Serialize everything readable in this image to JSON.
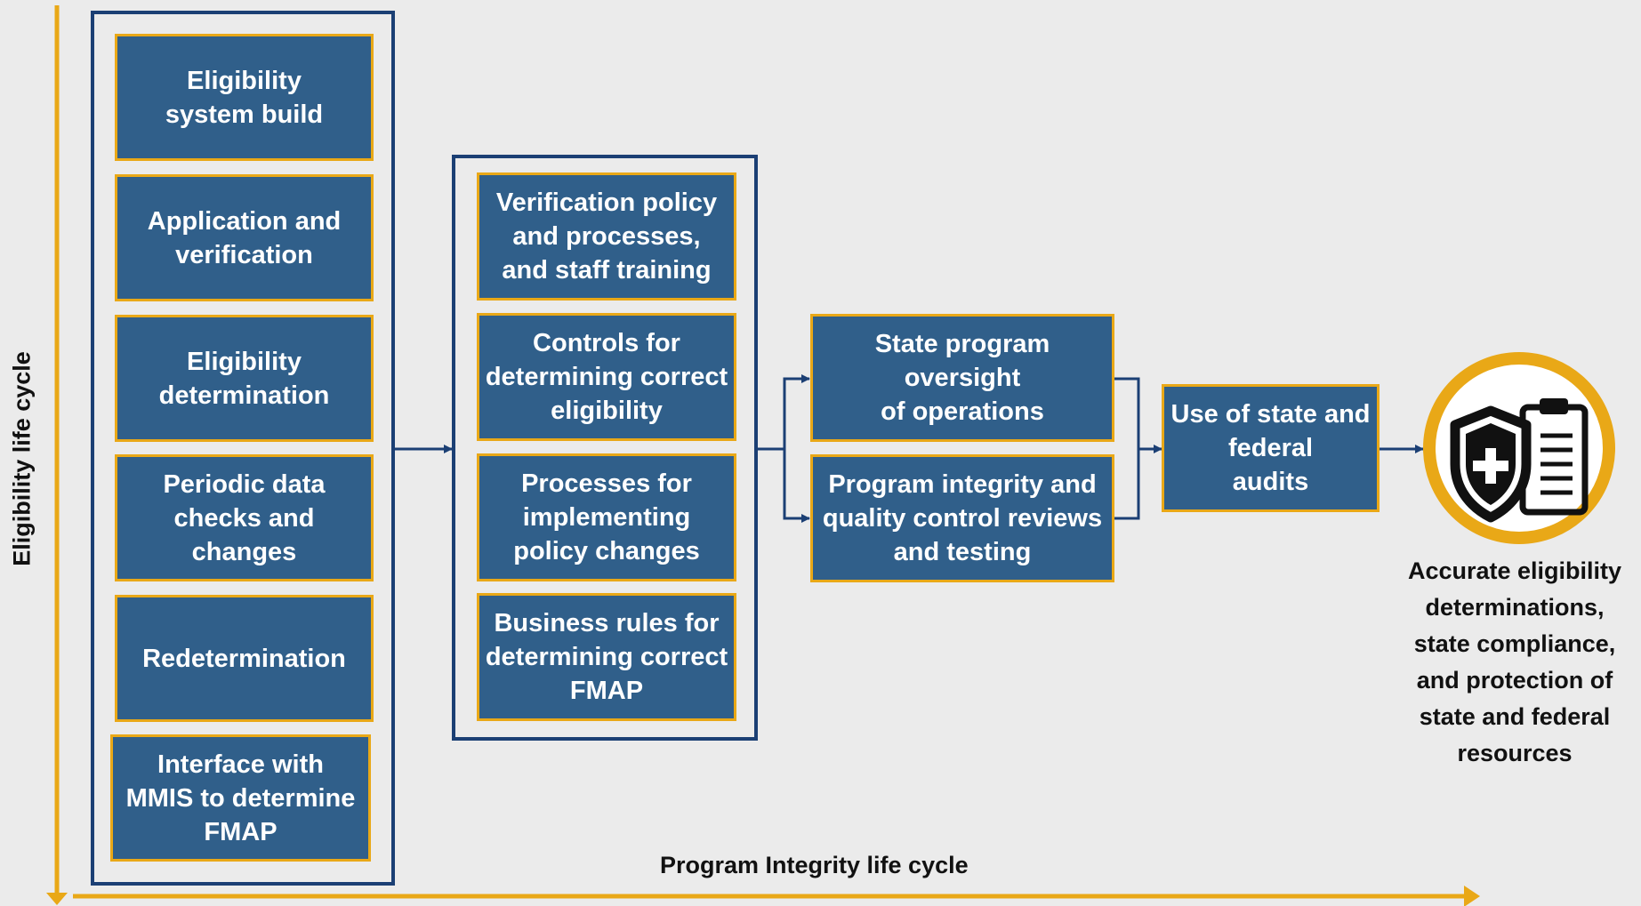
{
  "axes": {
    "vertical_label": "Eligibility life cycle",
    "horizontal_label": "Program  Integrity life cycle"
  },
  "eligibility_group": {
    "items": [
      "Eligibility\nsystem build",
      "Application  and\nverification",
      "Eligibility\ndetermination",
      "Periodic data\nchecks and changes",
      "Redetermination",
      "Interface with\nMMIS to determine\nFMAP"
    ]
  },
  "controls_group": {
    "items": [
      "Verification policy\nand processes,\nand staff training",
      "Controls for\ndetermining correct\neligibility",
      "Processes for\nimplementing\npolicy changes",
      "Business rules for\ndetermining correct\nFMAP"
    ]
  },
  "oversight": {
    "state_program": "State program\noversight\nof operations",
    "integrity_reviews": "Program integrity and\nquality control reviews\nand testing"
  },
  "audits": {
    "label": "Use of state and\nfederal\naudits"
  },
  "outcome": {
    "icon": "shield-clipboard-icon",
    "text": "Accurate eligibility\ndeterminations,\nstate compliance,\nand protection of\nstate and federal\nresources"
  },
  "colors": {
    "box_fill": "#305f8a",
    "box_border": "#e9a817",
    "frame": "#1b3f74",
    "axis": "#e9a817",
    "background": "#ebebeb"
  }
}
